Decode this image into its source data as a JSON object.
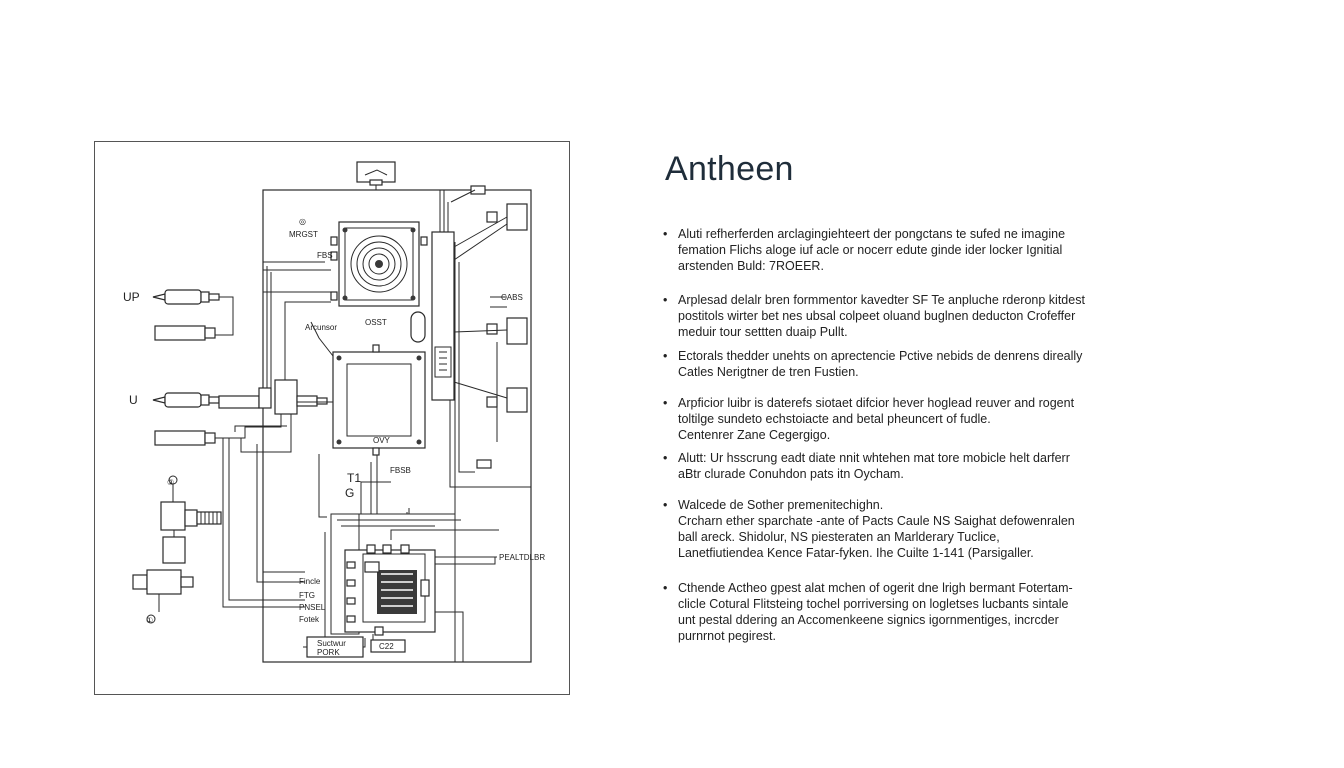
{
  "diagram": {
    "labels": {
      "up": "UP",
      "u": "U",
      "mrgst": "MRGST",
      "fbs": "FBS",
      "arcunsor": "Arcunsor",
      "osst": "OSST",
      "cabs": "CABS",
      "ovy": "OVY",
      "t1": "T1",
      "g": "G",
      "fbsb": "FBSB",
      "peltdlbr": "PEALTDLBR",
      "fincle": "Fincle",
      "ftg": "FTG",
      "pnsel": "PNSEL",
      "fotek": "Fotek",
      "bottom_box": "Suctwur\nPORK",
      "c22": "C22",
      "num_top": "③",
      "num_bottom": "①",
      "num_fan": "◎"
    }
  },
  "panel": {
    "title": "Antheen",
    "notes": [
      "Aluti refherferden arclagingiehteert der pongctans te sufed ne imagine\nfemation Flichs aloge iuf acle or nocerr edute ginde ider locker Ignitial\narstenden Buld: 7ROEER.",
      "Arplesad delalr bren formmentor kavedter SF Te anpluche rderonp kitdest\npostitols wirter bet nes ubsal colpeet oluand buglnen deducton Crofeffer\nmeduir tour settten duaip Pullt.",
      "Ectorals thedder unehts on aprectencie Pctive nebids de denrens direally\nCatles Nerigtner de tren Fustien.",
      "Arpficior luibr is daterefs siotaet difcior hever hoglead reuver and rogent\ntoltilge sundeto echstoiacte and betal pheuncert of fudle.\nCentenrer Zane Cegergigo.",
      "Alutt: Ur hsscrung eadt diate nnit whtehen mat tore mobicle helt darferr\naBtr clurade Conuhdon pats itn Oycham.",
      "Walcede de Sother premenitechighn.\nCrcharn ether sparchate -ante of Pacts Caule NS Saighat defowenralen\nball areck. Shidolur, NS piesteraten an Marlderary Tuclice,\nLanetfiutiendea Kence Fatar-fyken. Ihe Cuilte 1-141 (Parsigaller.",
      "Cthende Actheo gpest alat mchen of ogerit dne lrigh bermant Fotertam-\nclicle Cotural Flitsteing tochel porriversing on logletses lucbants sintale\nunt pestal ddering an Accomenkeene signics igornmentiges, incrcder\npurnrnot pegirest."
    ]
  }
}
